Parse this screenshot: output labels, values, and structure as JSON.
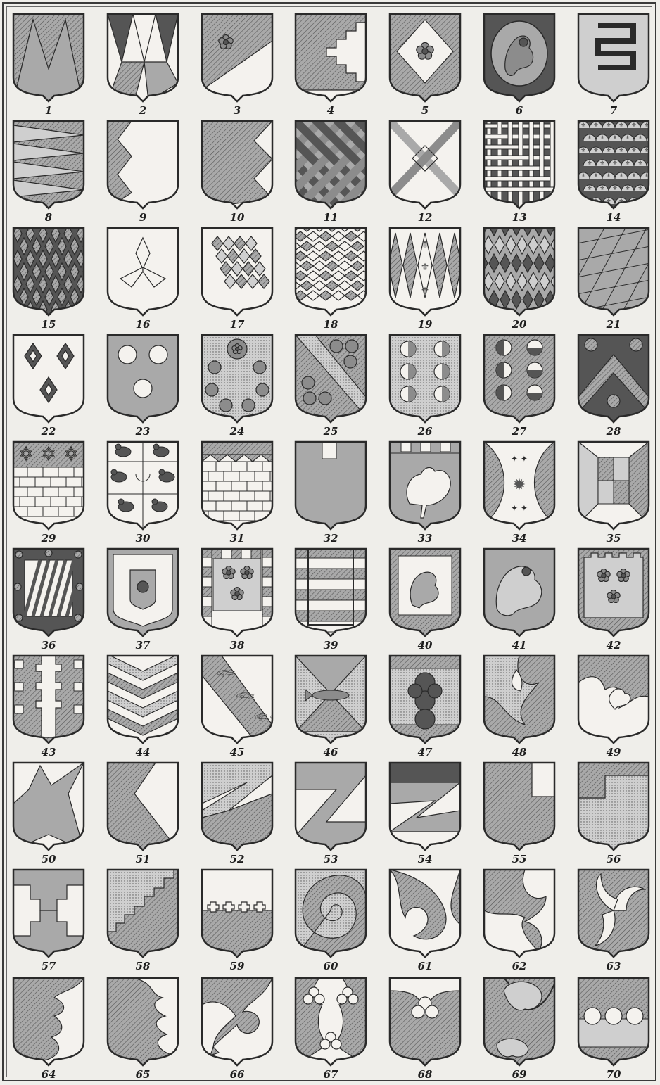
{
  "plate": {
    "palette": {
      "ink": "#2a2a2a",
      "field": "#f4f2ee",
      "gray": "#a9a9a9",
      "dark": "#555555",
      "mid": "#8c8c8c",
      "light": "#cfcfcf"
    },
    "shields": [
      {
        "label": "1",
        "pattern": "pily-pointed",
        "icon": "shield-1"
      },
      {
        "label": "2",
        "pattern": "pily-inverted",
        "icon": "shield-2"
      },
      {
        "label": "3",
        "pattern": "pile-rose",
        "icon": "shield-3"
      },
      {
        "label": "4",
        "pattern": "stepped-pile",
        "icon": "shield-4"
      },
      {
        "label": "5",
        "pattern": "lozenge-rose",
        "icon": "shield-5"
      },
      {
        "label": "6",
        "pattern": "oval-lion",
        "icon": "shield-6"
      },
      {
        "label": "7",
        "pattern": "fret-bands",
        "icon": "shield-7"
      },
      {
        "label": "8",
        "pattern": "wedges-horizontal",
        "icon": "shield-8"
      },
      {
        "label": "9",
        "pattern": "dancetty-left",
        "icon": "shield-9"
      },
      {
        "label": "10",
        "pattern": "dancetty-right",
        "icon": "shield-10"
      },
      {
        "label": "11",
        "pattern": "fretty",
        "icon": "shield-11"
      },
      {
        "label": "12",
        "pattern": "fret-knot",
        "icon": "shield-12"
      },
      {
        "label": "13",
        "pattern": "trellis",
        "icon": "shield-13"
      },
      {
        "label": "14",
        "pattern": "papelonne",
        "icon": "shield-14"
      },
      {
        "label": "15",
        "pattern": "dark-lozenges",
        "icon": "shield-15"
      },
      {
        "label": "16",
        "pattern": "three-lozenges",
        "icon": "shield-16"
      },
      {
        "label": "17",
        "pattern": "lozenge-cluster",
        "icon": "shield-17"
      },
      {
        "label": "18",
        "pattern": "lozengy",
        "icon": "shield-18"
      },
      {
        "label": "19",
        "pattern": "fusils-pale",
        "icon": "shield-19"
      },
      {
        "label": "20",
        "pattern": "fusilly",
        "icon": "shield-20"
      },
      {
        "label": "21",
        "pattern": "bendy-lozengy",
        "icon": "shield-21"
      },
      {
        "label": "22",
        "pattern": "mascles",
        "icon": "shield-22"
      },
      {
        "label": "23",
        "pattern": "three-bezants",
        "icon": "shield-23"
      },
      {
        "label": "24",
        "pattern": "roundels-orle",
        "icon": "shield-24"
      },
      {
        "label": "25",
        "pattern": "bend-roundels",
        "icon": "shield-25"
      },
      {
        "label": "26",
        "pattern": "six-roundels-split",
        "icon": "shield-26"
      },
      {
        "label": "27",
        "pattern": "six-roundels-halved",
        "icon": "shield-27"
      },
      {
        "label": "28",
        "pattern": "chevron-roundels",
        "icon": "shield-28"
      },
      {
        "label": "29",
        "pattern": "stars-masonry",
        "icon": "shield-29"
      },
      {
        "label": "30",
        "pattern": "ducks-crescent",
        "icon": "shield-30"
      },
      {
        "label": "31",
        "pattern": "masonry-chief",
        "icon": "shield-31"
      },
      {
        "label": "32",
        "pattern": "plain-canton",
        "icon": "shield-32"
      },
      {
        "label": "33",
        "pattern": "cock",
        "icon": "shield-33"
      },
      {
        "label": "34",
        "pattern": "flanches-ermine",
        "icon": "shield-34"
      },
      {
        "label": "35",
        "pattern": "gyronny-panels",
        "icon": "shield-35"
      },
      {
        "label": "36",
        "pattern": "bordure-bezanty",
        "icon": "shield-36"
      },
      {
        "label": "37",
        "pattern": "inescutcheon-lion",
        "icon": "shield-37"
      },
      {
        "label": "38",
        "pattern": "bordure-compony",
        "icon": "shield-38"
      },
      {
        "label": "39",
        "pattern": "barry-bordure",
        "icon": "shield-39"
      },
      {
        "label": "40",
        "pattern": "lion-tressure",
        "icon": "shield-40"
      },
      {
        "label": "41",
        "pattern": "lion-rampant",
        "icon": "shield-41"
      },
      {
        "label": "42",
        "pattern": "embattled-roses",
        "icon": "shield-42"
      },
      {
        "label": "43",
        "pattern": "cross-embattled",
        "icon": "shield-43"
      },
      {
        "label": "44",
        "pattern": "chevronny",
        "icon": "shield-44"
      },
      {
        "label": "45",
        "pattern": "bend-fishes",
        "icon": "shield-45"
      },
      {
        "label": "46",
        "pattern": "saltire-fish",
        "icon": "shield-46"
      },
      {
        "label": "47",
        "pattern": "nebuly-pale",
        "icon": "shield-47"
      },
      {
        "label": "48",
        "pattern": "fleur-dark",
        "icon": "shield-48"
      },
      {
        "label": "49",
        "pattern": "fleur-light",
        "icon": "shield-49"
      },
      {
        "label": "50",
        "pattern": "star-shape",
        "icon": "shield-50"
      },
      {
        "label": "51",
        "pattern": "pointed-zig",
        "icon": "shield-51"
      },
      {
        "label": "52",
        "pattern": "z-bend",
        "icon": "shield-52"
      },
      {
        "label": "53",
        "pattern": "z-shape",
        "icon": "shield-53"
      },
      {
        "label": "54",
        "pattern": "z-dark",
        "icon": "shield-54"
      },
      {
        "label": "55",
        "pattern": "step-right",
        "icon": "shield-55"
      },
      {
        "label": "56",
        "pattern": "step-left",
        "icon": "shield-56"
      },
      {
        "label": "57",
        "pattern": "stepped-cross",
        "icon": "shield-57"
      },
      {
        "label": "58",
        "pattern": "indented-bend",
        "icon": "shield-58"
      },
      {
        "label": "59",
        "pattern": "crosslets-base",
        "icon": "shield-59"
      },
      {
        "label": "60",
        "pattern": "spiral",
        "icon": "shield-60"
      },
      {
        "label": "61",
        "pattern": "gyron-swirl",
        "icon": "shield-61"
      },
      {
        "label": "62",
        "pattern": "swirl-light",
        "icon": "shield-62"
      },
      {
        "label": "63",
        "pattern": "triskele",
        "icon": "shield-63"
      },
      {
        "label": "64",
        "pattern": "flames-left",
        "icon": "shield-64"
      },
      {
        "label": "65",
        "pattern": "flames-wavy",
        "icon": "shield-65"
      },
      {
        "label": "66",
        "pattern": "leaf-branch",
        "icon": "shield-66"
      },
      {
        "label": "67",
        "pattern": "trefoils",
        "icon": "shield-67"
      },
      {
        "label": "68",
        "pattern": "trefoil-chief",
        "icon": "shield-68"
      },
      {
        "label": "69",
        "pattern": "beast-heads",
        "icon": "shield-69"
      },
      {
        "label": "70",
        "pattern": "scallop-fess",
        "icon": "shield-70"
      }
    ]
  }
}
